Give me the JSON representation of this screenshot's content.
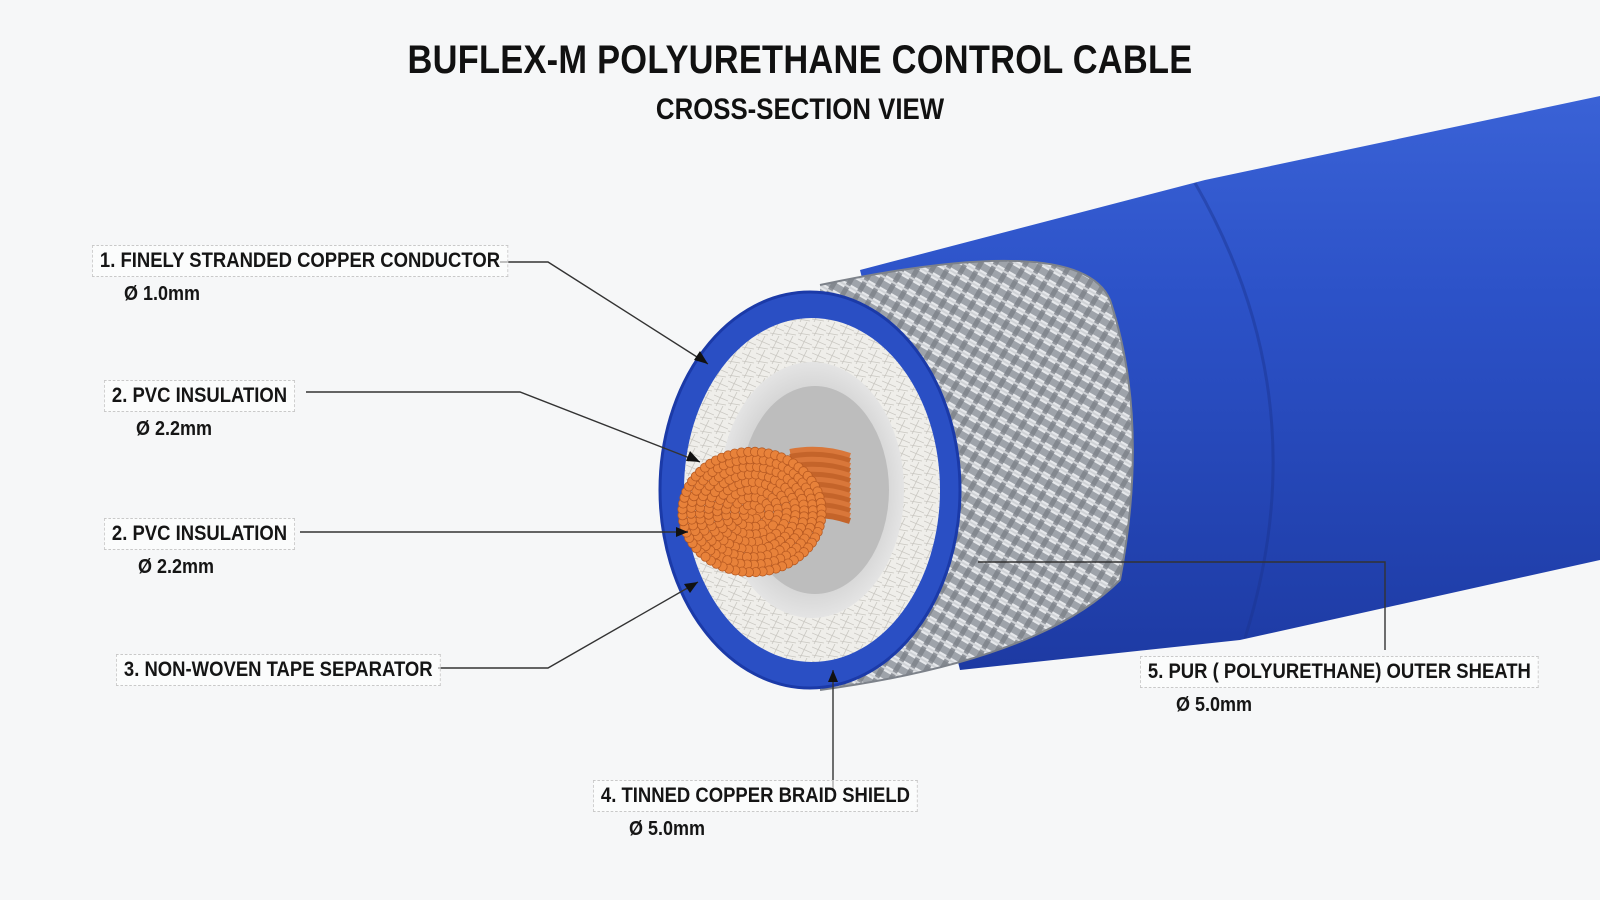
{
  "title": "BUFLEX-M POLYURETHANE CONTROL CABLE",
  "subtitle": "CROSS-SECTION VIEW",
  "labels": [
    {
      "text": "1. FINELY STRANDED COPPER CONDUCTOR",
      "diameter": "Ø 1.0mm"
    },
    {
      "text": "2. PVC INSULATION",
      "diameter": "Ø 2.2mm"
    },
    {
      "text": "2. PVC INSULATION",
      "diameter": "Ø 2.2mm"
    },
    {
      "text": "3. NON-WOVEN TAPE SEPARATOR",
      "diameter": ""
    },
    {
      "text": "4. TINNED COPPER BRAID SHIELD",
      "diameter": "Ø 5.0mm"
    },
    {
      "text": "5. PUR ( POLYURETHANE) OUTER SHEATH",
      "diameter": "Ø 5.0mm"
    }
  ],
  "colors": {
    "sheath": "#2a4fc4",
    "sheath_dark": "#1b3aa8",
    "braid": "#a9adb3",
    "tape": "#ecebe6",
    "insulation": "#d9d9d9",
    "copper": "#e8823a",
    "leader": "#333333"
  }
}
